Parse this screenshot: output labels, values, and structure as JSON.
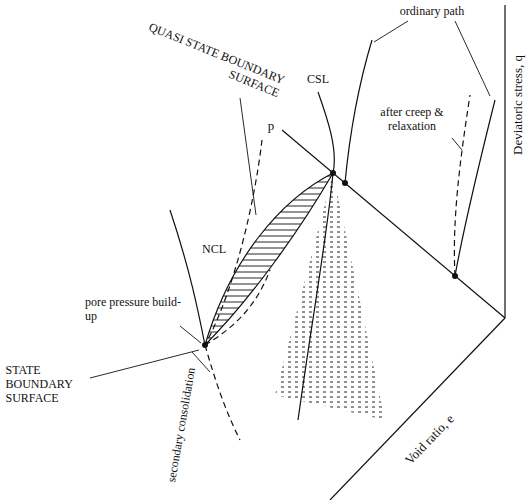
{
  "diagram": {
    "labels": [
      "ordinary path",
      "Deviatoric stress, q",
      "QUASI STATE BOUNDARY SURFACE",
      "CSL",
      "p",
      "after creep & relaxation",
      "NCL",
      "pore pressure build-up",
      "STATE BOUNDARY SURFACE",
      "secondary consolidation",
      "Void ratio, e"
    ]
  }
}
